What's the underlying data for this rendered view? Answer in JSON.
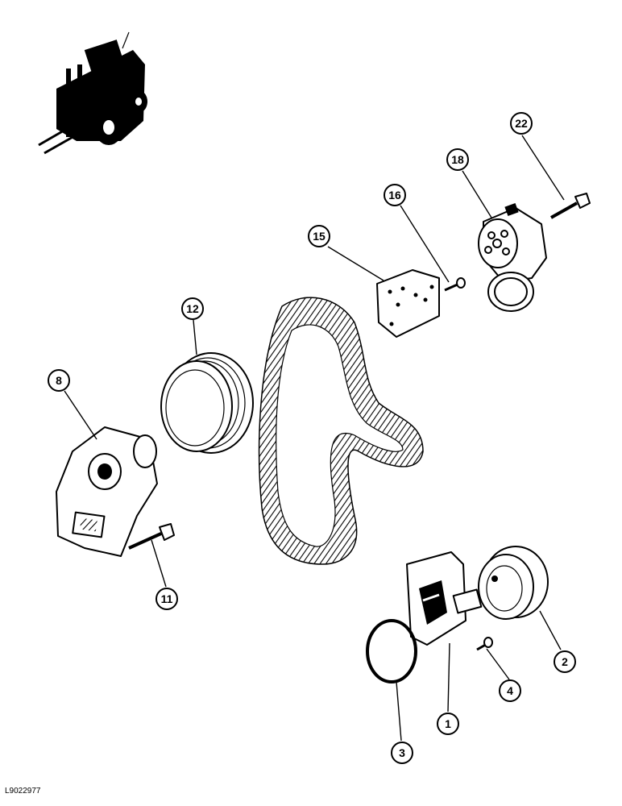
{
  "drawing_code": "L9022977",
  "callouts": [
    {
      "id": "c22",
      "label": "22"
    },
    {
      "id": "c18",
      "label": "18"
    },
    {
      "id": "c16",
      "label": "16"
    },
    {
      "id": "c15",
      "label": "15"
    },
    {
      "id": "c12",
      "label": "12"
    },
    {
      "id": "c8",
      "label": "8"
    },
    {
      "id": "c11",
      "label": "11"
    },
    {
      "id": "c2",
      "label": "2"
    },
    {
      "id": "c4",
      "label": "4"
    },
    {
      "id": "c1",
      "label": "1"
    },
    {
      "id": "c3",
      "label": "3"
    }
  ]
}
